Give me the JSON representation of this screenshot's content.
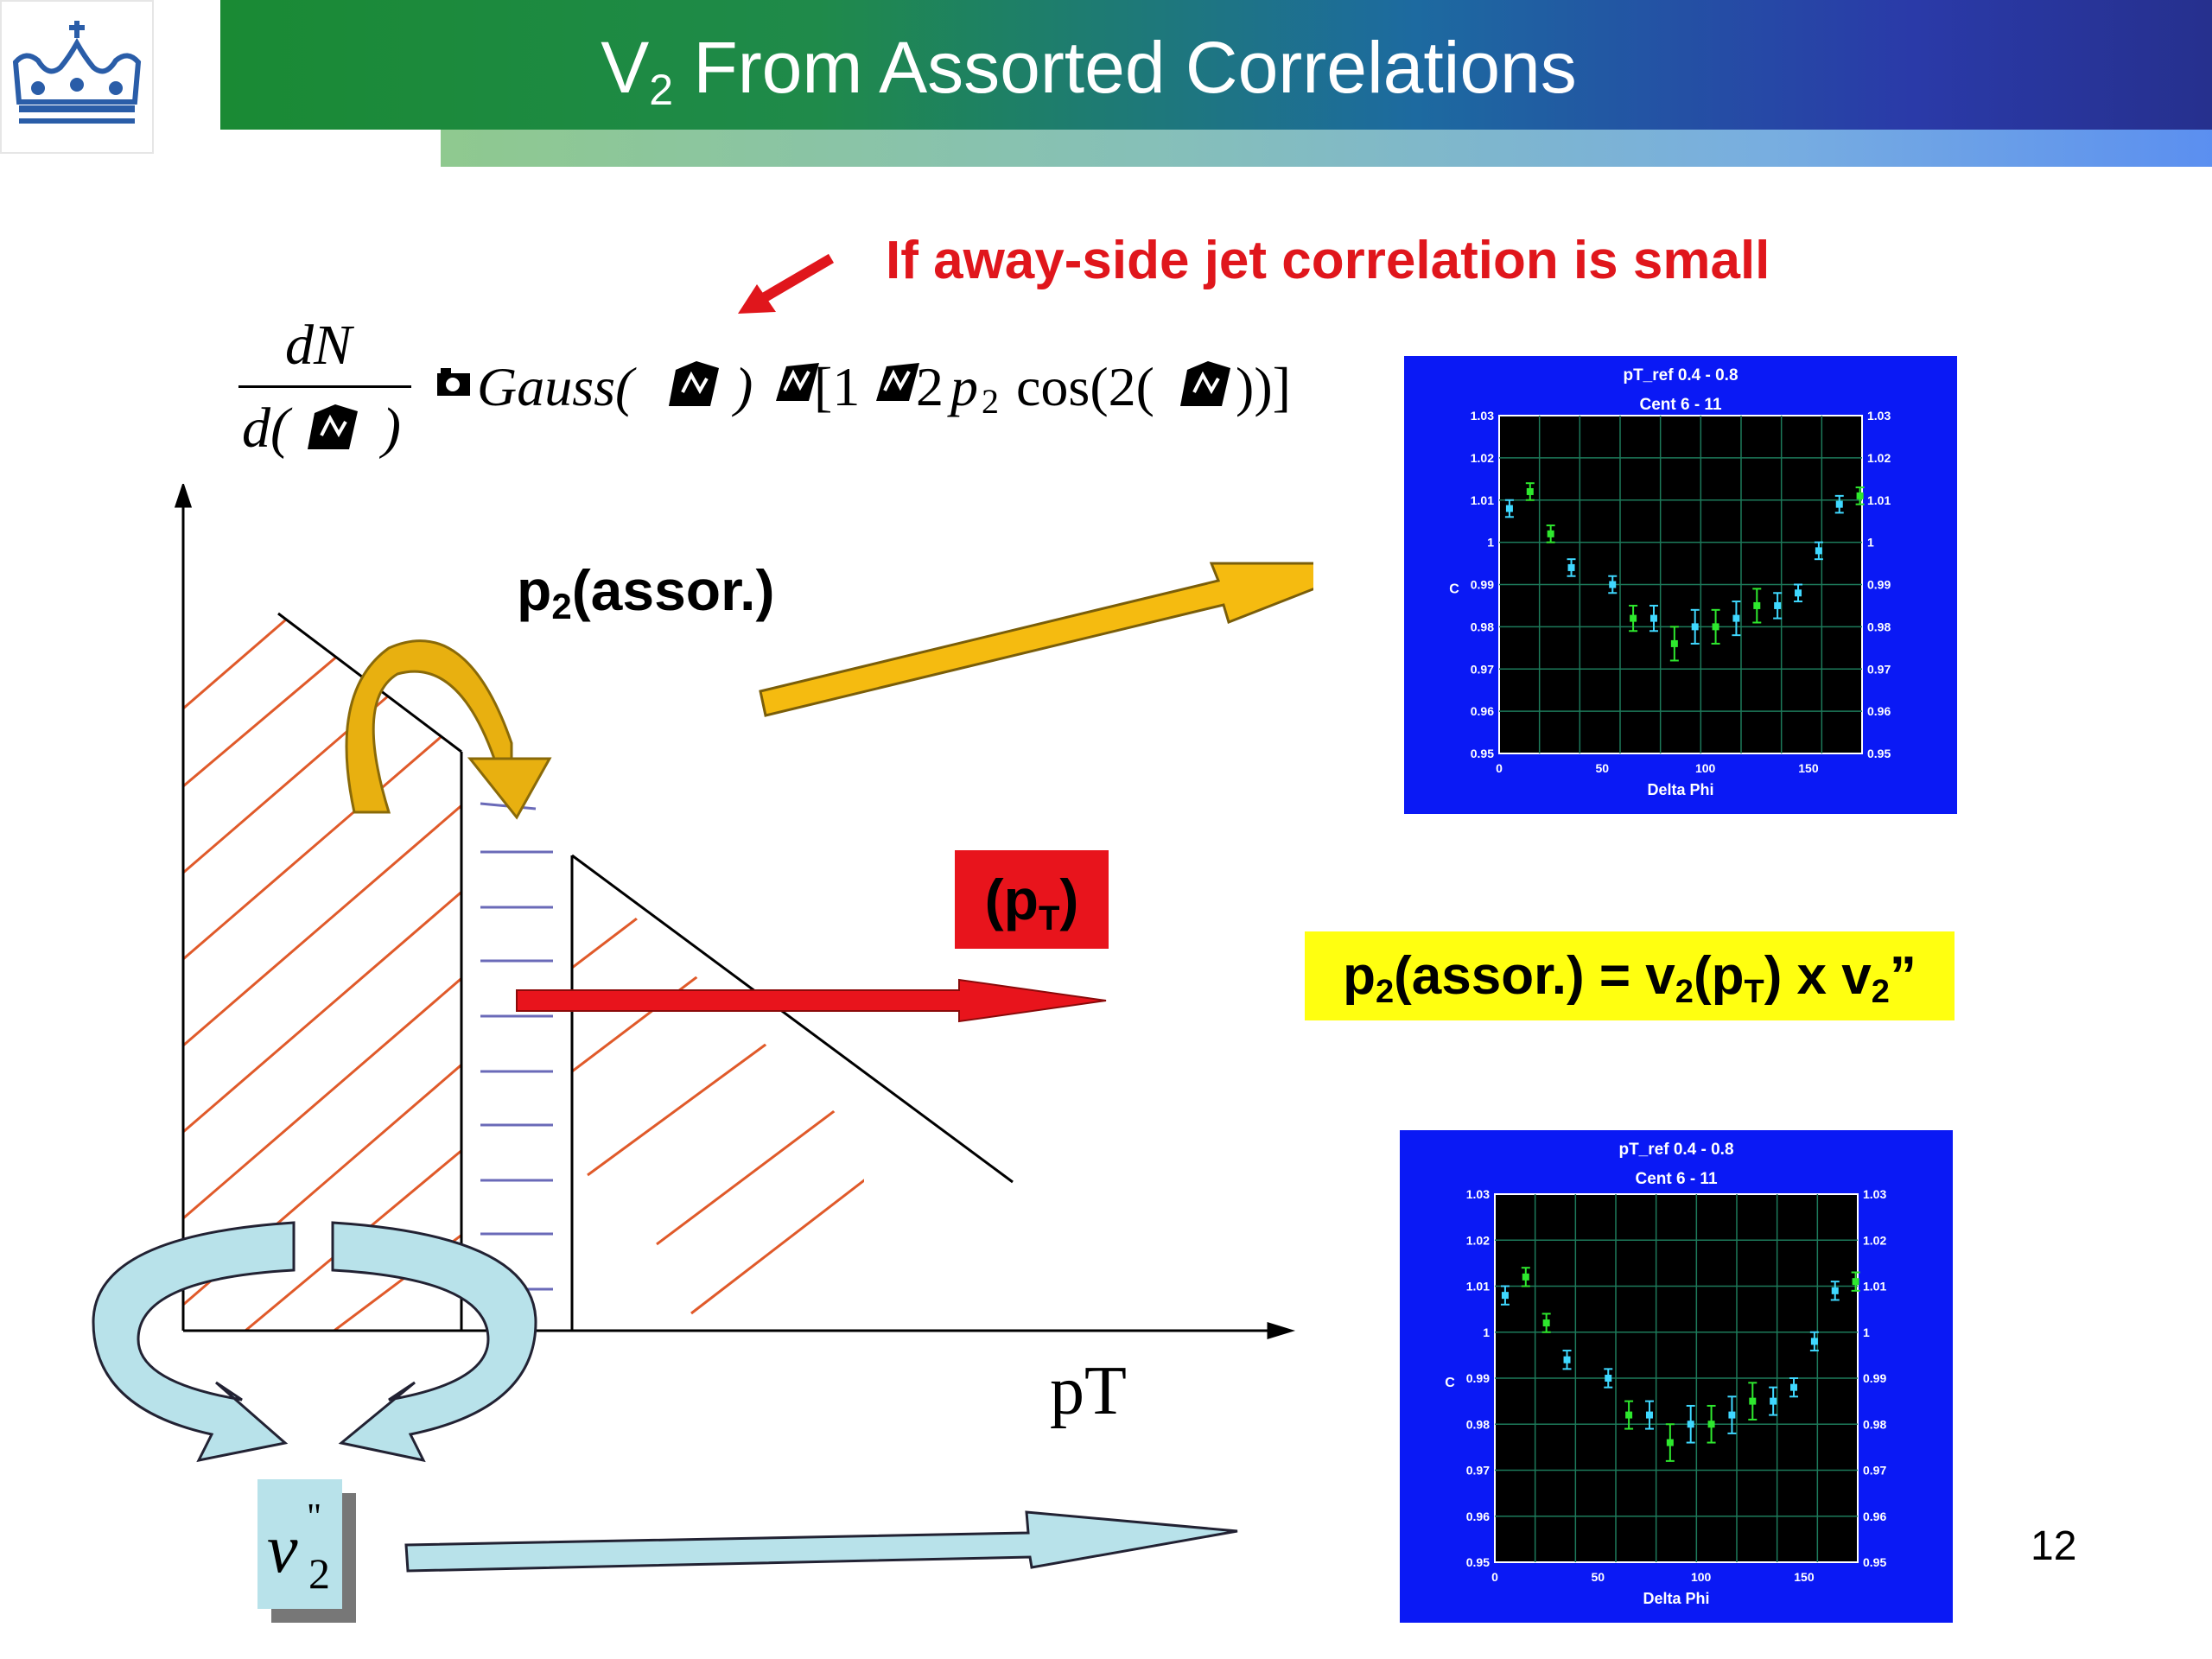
{
  "slide": {
    "title_main": "V",
    "title_sub": "2",
    "title_rest": " From Assorted Correlations",
    "note": "If away-side jet correlation is small",
    "page_number": "12"
  },
  "formula": {
    "numerator": "dN",
    "denominator": "d(",
    "denominator_close": ")",
    "gauss": "Gauss(",
    "gauss_close": ")",
    "bracket_open": "[1",
    "coef": "2",
    "p": "p",
    "p_sub": "2",
    "cos": "cos(2(",
    "close": "))]"
  },
  "labels": {
    "p2_main": "p",
    "p2_sub": "2",
    "p2_rest": "(assor.)",
    "pt_open": "(p",
    "pt_sub": "T",
    "pt_close": ")",
    "eq_a": "p",
    "eq_a_sub": "2",
    "eq_b": "(assor.) = v",
    "eq_b_sub": "2",
    "eq_c": "(p",
    "eq_c_sub": "T",
    "eq_d": ") x v",
    "eq_d_sub": "2",
    "eq_e": "”",
    "pt_axis": "pT",
    "v2_main": "v",
    "v2_sub": "2",
    "v2_sup": "\""
  },
  "colors": {
    "note_red": "#e0161c",
    "plot_bg": "#0a19f5",
    "yellow_arrow": "#f5bb10",
    "red_arrow": "#e8141c",
    "cyan_arrow": "#b8e2ea",
    "hatch": "#e05a2a",
    "points_cyan": "#3fd8ff",
    "points_green": "#2ee82e"
  },
  "chart_data": [
    {
      "type": "scatter",
      "title_lines": [
        "pT_ref 0.4 - 0.8",
        "Cent 6 - 11",
        "0.85 < pT < 1.05"
      ],
      "xlabel": "Delta Phi",
      "ylabel": "C",
      "xlim": [
        0,
        176
      ],
      "ylim": [
        0.95,
        1.03
      ],
      "xticks": [
        "0",
        "50",
        "100",
        "150"
      ],
      "yticks_left": [
        "1.03",
        "1.02",
        "1.01",
        "1",
        "0.99",
        "0.98",
        "0.97",
        "0.96",
        "0.95"
      ],
      "yticks_right": [
        "1.03",
        "1.02",
        "1.01",
        "1",
        "0.99",
        "0.98",
        "0.97",
        "0.96",
        "0.95"
      ],
      "grid": true,
      "series": [
        {
          "x": [
            5,
            35,
            55,
            75,
            95,
            115,
            135,
            145,
            155,
            165
          ],
          "y": [
            1.008,
            0.994,
            0.99,
            0.982,
            0.98,
            0.982,
            0.985,
            0.988,
            0.998,
            1.009
          ],
          "err": [
            0.002,
            0.002,
            0.002,
            0.003,
            0.004,
            0.004,
            0.003,
            0.002,
            0.002,
            0.002
          ],
          "color": "cyan"
        },
        {
          "x": [
            15,
            25,
            65,
            85,
            105,
            125,
            175
          ],
          "y": [
            1.012,
            1.002,
            0.982,
            0.976,
            0.98,
            0.985,
            1.011
          ],
          "err": [
            0.002,
            0.002,
            0.003,
            0.004,
            0.004,
            0.004,
            0.002
          ],
          "color": "green"
        }
      ]
    },
    {
      "type": "scatter",
      "title_lines": [
        "pT_ref 0.4 - 0.8",
        "Cent 6 - 11",
        "0.85 < pT < 1.05"
      ],
      "xlabel": "Delta Phi",
      "ylabel": "C",
      "xlim": [
        0,
        176
      ],
      "ylim": [
        0.95,
        1.03
      ],
      "xticks": [
        "0",
        "50",
        "100",
        "150"
      ],
      "yticks_left": [
        "1.03",
        "1.02",
        "1.01",
        "1",
        "0.99",
        "0.98",
        "0.97",
        "0.96",
        "0.95"
      ],
      "yticks_right": [
        "1.03",
        "1.02",
        "1.01",
        "1",
        "0.99",
        "0.98",
        "0.97",
        "0.96",
        "0.95"
      ],
      "grid": true,
      "series": [
        {
          "x": [
            5,
            35,
            55,
            75,
            95,
            115,
            135,
            145,
            155,
            165
          ],
          "y": [
            1.008,
            0.994,
            0.99,
            0.982,
            0.98,
            0.982,
            0.985,
            0.988,
            0.998,
            1.009
          ],
          "err": [
            0.002,
            0.002,
            0.002,
            0.003,
            0.004,
            0.004,
            0.003,
            0.002,
            0.002,
            0.002
          ],
          "color": "cyan"
        },
        {
          "x": [
            15,
            25,
            65,
            85,
            105,
            125,
            175
          ],
          "y": [
            1.012,
            1.002,
            0.982,
            0.976,
            0.98,
            0.985,
            1.011
          ],
          "err": [
            0.002,
            0.002,
            0.003,
            0.004,
            0.004,
            0.004,
            0.002
          ],
          "color": "green"
        }
      ]
    }
  ]
}
